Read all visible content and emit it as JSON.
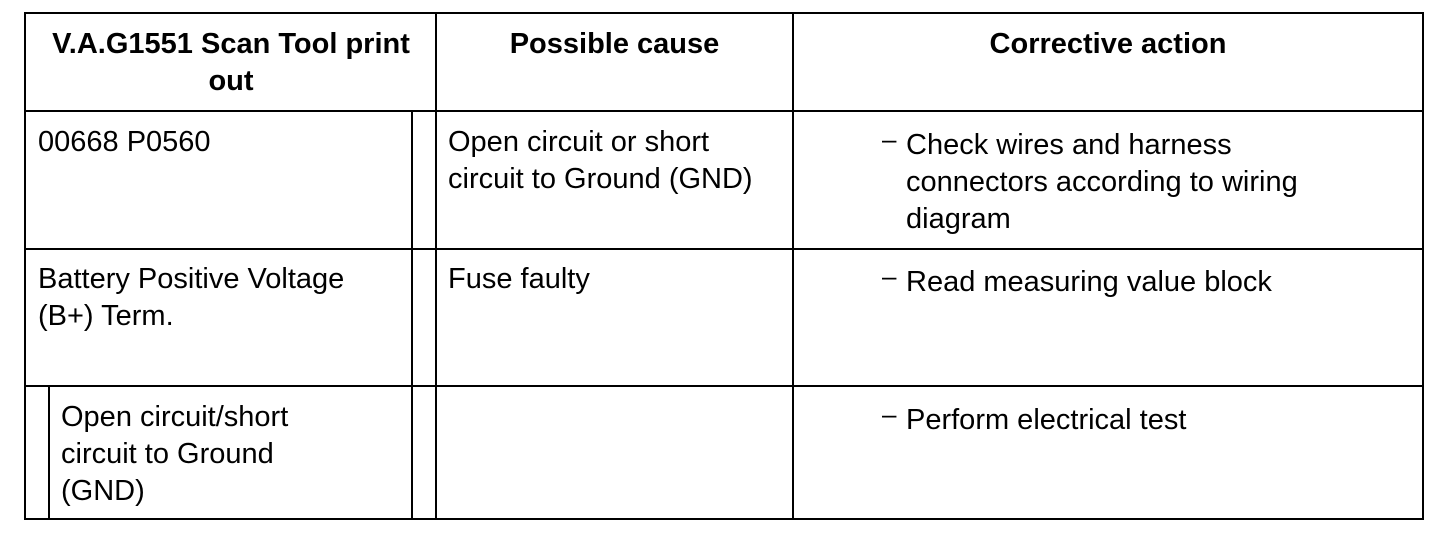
{
  "table": {
    "headers": {
      "printout": "V.A.G1551 Scan Tool print out",
      "cause": "Possible cause",
      "action": "Corrective action"
    },
    "rows": [
      {
        "printout": "00668 P0560",
        "cause": "Open circuit or short circuit to Ground (GND)",
        "action_bullet": "–",
        "action": "Check wires and harness connectors according to wiring diagram"
      },
      {
        "printout": "Battery Positive Voltage (B+) Term.",
        "cause": "Fuse faulty",
        "action_bullet": "–",
        "action": "Read measuring value block"
      },
      {
        "printout": "Open circuit/short circuit to Ground (GND)",
        "cause": "",
        "action_bullet": "–",
        "action": "Perform electrical test"
      }
    ]
  }
}
